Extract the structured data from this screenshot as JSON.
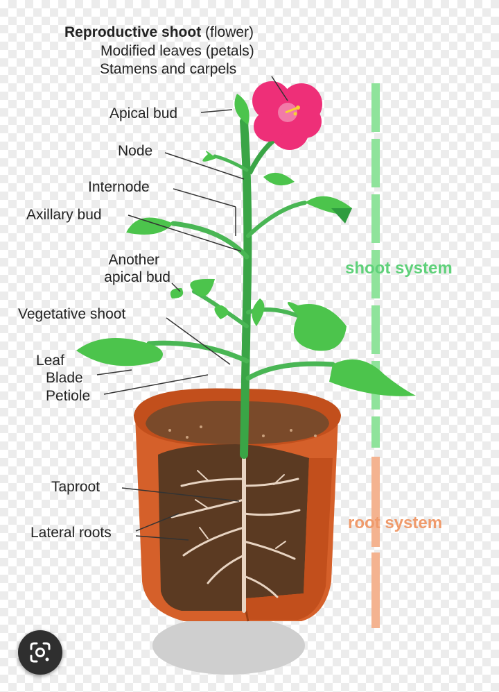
{
  "labels": {
    "reproductive_shoot": {
      "strong": "Reproductive shoot",
      "rest": " (flower)"
    },
    "modified_leaves": "Modified leaves (petals)",
    "stamens_carpels": "Stamens and carpels",
    "apical_bud": "Apical bud",
    "node": "Node",
    "internode": "Internode",
    "axillary_bud": "Axillary bud",
    "another_apical_1": "Another",
    "another_apical_2": "apical bud",
    "vegetative_shoot": "Vegetative shoot",
    "leaf": "Leaf",
    "blade": "Blade",
    "petiole": "Petiole",
    "taproot": "Taproot",
    "lateral_roots": "Lateral roots"
  },
  "systems": {
    "shoot": "shoot system",
    "root": "root system"
  },
  "colors": {
    "shoot": "#5fd17a",
    "root": "#ef9a6b",
    "leaf": "#4cc44c",
    "stem": "#3aa546",
    "pot": "#c9531f",
    "soil": "#5b3a22",
    "flower": "#ee2f78"
  },
  "controls": {
    "lens_icon": "google-lens-icon"
  }
}
